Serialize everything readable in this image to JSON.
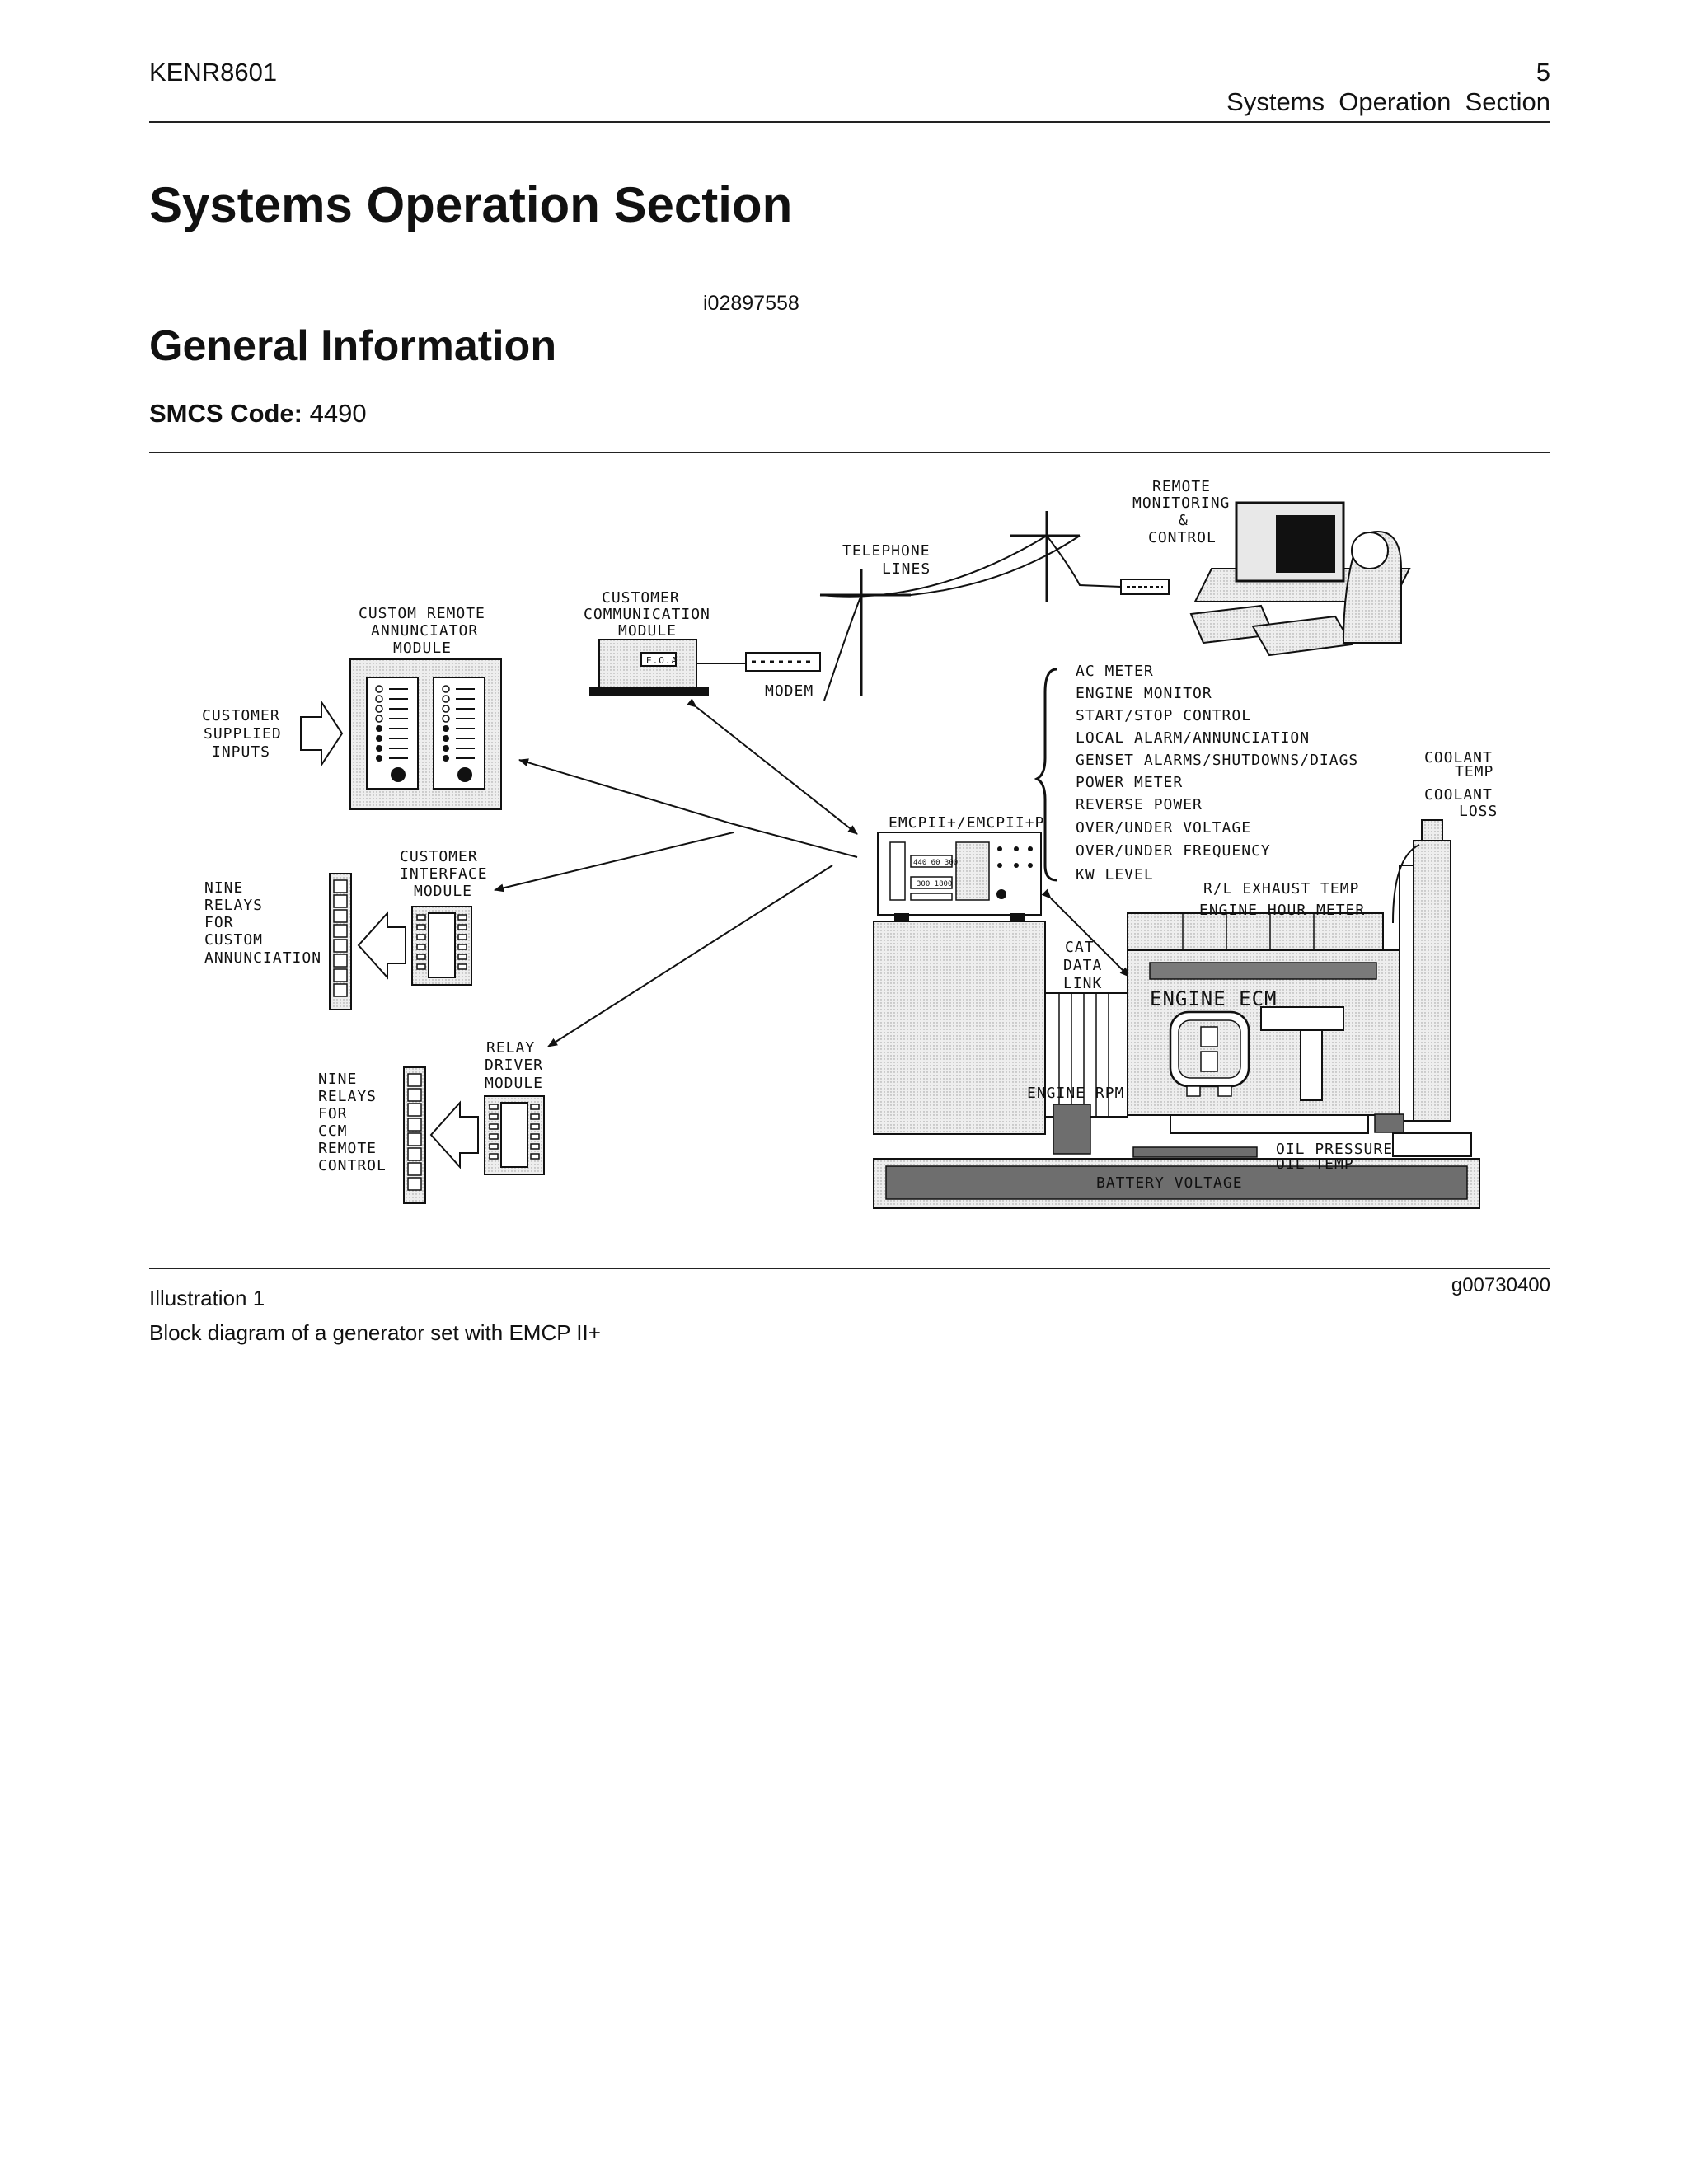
{
  "header": {
    "doc_id": "KENR8601",
    "page_number": "5",
    "section": "Systems  Operation  Section"
  },
  "title": "Systems Operation Section",
  "topic": {
    "id": "i02897558",
    "heading": "General Information",
    "smcs_label": "SMCS Code:",
    "smcs_value": "4490"
  },
  "figure": {
    "labels": {
      "remote_monitoring": [
        "REMOTE",
        "MONITORING",
        "&",
        "CONTROL"
      ],
      "telephone_lines": [
        "TELEPHONE",
        "LINES"
      ],
      "customer_comm_module": [
        "CUSTOMER",
        "COMMUNICATION",
        "MODULE"
      ],
      "eoa": "E.O.A",
      "modem": "MODEM",
      "custom_remote_annunciator": [
        "CUSTOM REMOTE",
        "ANNUNCIATOR",
        "MODULE"
      ],
      "customer_supplied_inputs": [
        "CUSTOMER",
        "SUPPLIED",
        "INPUTS"
      ],
      "emcp_functions": [
        "AC METER",
        "ENGINE MONITOR",
        "START/STOP CONTROL",
        "LOCAL ALARM/ANNUNCIATION",
        "GENSET ALARMS/SHUTDOWNS/DIAGS",
        "POWER METER",
        "REVERSE POWER",
        "OVER/UNDER VOLTAGE",
        "OVER/UNDER FREQUENCY",
        "KW LEVEL"
      ],
      "coolant_temp": [
        "COOLANT",
        "TEMP"
      ],
      "coolant_loss": [
        "COOLANT",
        "LOSS"
      ],
      "emcp": "EMCPII+/EMCPII+P",
      "emcp_display_1": "440 60 300",
      "emcp_display_2": "300 1800",
      "customer_interface_module": [
        "CUSTOMER",
        "INTERFACE",
        "MODULE"
      ],
      "nine_relays_custom": [
        "NINE",
        "RELAYS",
        "FOR",
        "CUSTOM",
        "ANNUNCIATION"
      ],
      "rl_exhaust_temp": "R/L EXHAUST TEMP",
      "engine_hour_meter": "ENGINE HOUR METER",
      "cat_data_link": [
        "CAT",
        "DATA",
        "LINK"
      ],
      "engine_ecm": "ENGINE ECM",
      "relay_driver_module": [
        "RELAY",
        "DRIVER",
        "MODULE"
      ],
      "nine_relays_ccm": [
        "NINE",
        "RELAYS",
        "FOR",
        "CCM",
        "REMOTE",
        "CONTROL"
      ],
      "engine_rpm": "ENGINE RPM",
      "oil_pressure": "OIL PRESSURE",
      "oil_temp": "OIL TEMP",
      "battery_voltage": "BATTERY VOLTAGE"
    }
  },
  "caption": {
    "label": "Illustration 1",
    "graphic_id": "g00730400",
    "text": "Block diagram of a generator set with EMCP II+"
  }
}
